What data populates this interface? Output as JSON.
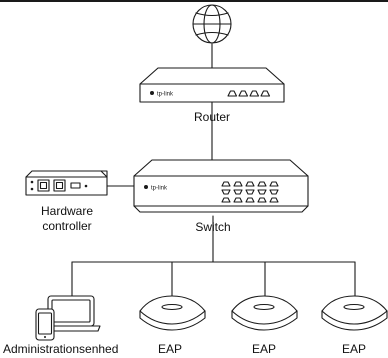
{
  "nodes": {
    "router": {
      "label": "Router",
      "brand": "tp-link"
    },
    "switch": {
      "label": "Switch",
      "brand": "tp-link"
    },
    "hardware_controller": {
      "label_line1": "Hardware",
      "label_line2": "controller"
    },
    "admin_device": {
      "label": "Administrationsenhed"
    },
    "eaps": [
      {
        "label": "EAP"
      },
      {
        "label": "EAP"
      },
      {
        "label": "EAP"
      }
    ]
  },
  "colors": {
    "line": "#1a1a1a",
    "fill": "#ffffff",
    "accent": "#1a1a1a"
  }
}
